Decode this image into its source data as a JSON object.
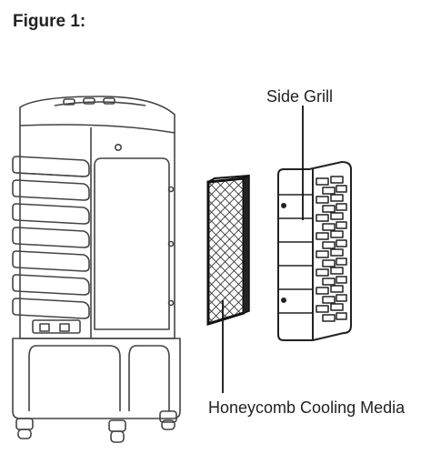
{
  "figure": {
    "title": "Figure 1:"
  },
  "labels": {
    "side_grill": "Side Grill",
    "cooling_media": "Honeycomb Cooling Media"
  }
}
